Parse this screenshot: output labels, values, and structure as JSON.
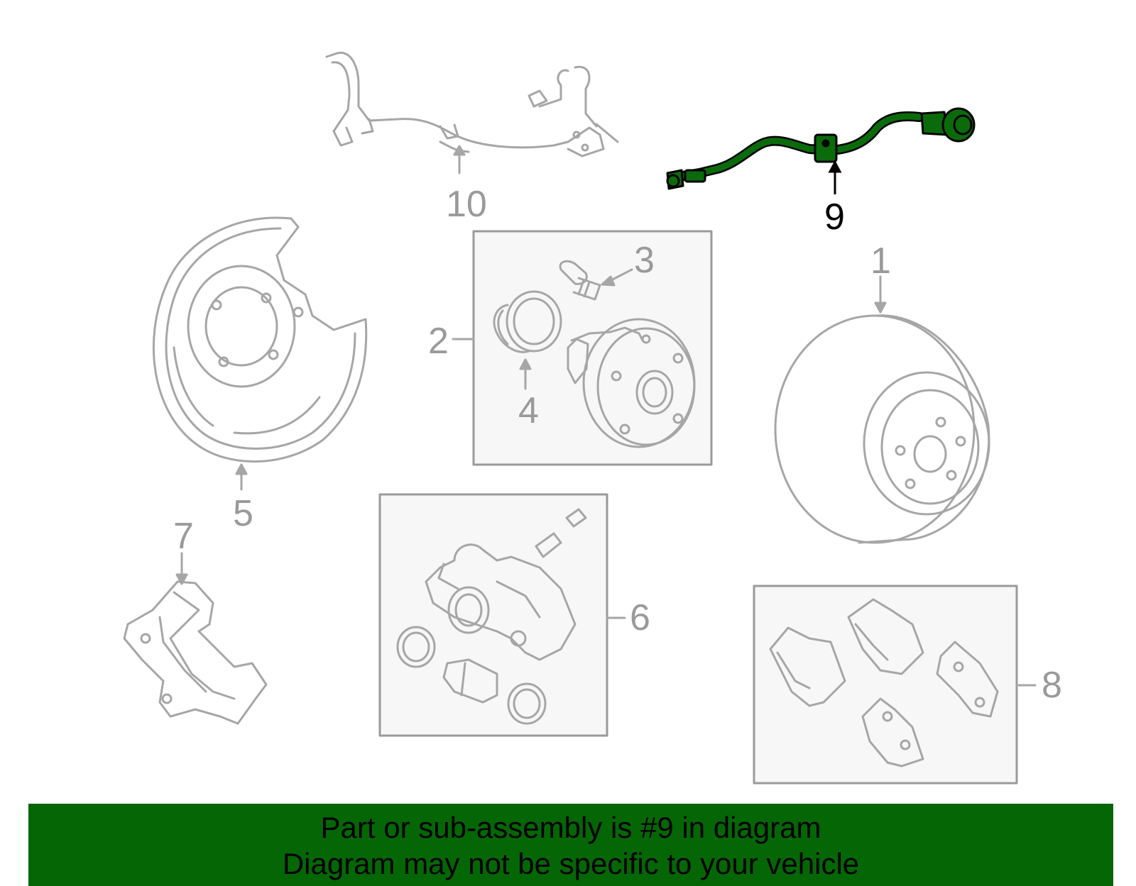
{
  "colors": {
    "background": "#ffffff",
    "part_line": "#a6a6a6",
    "box_fill": "#f7f7f7",
    "highlight_part": "#0b6b0b",
    "banner_bg": "#056605",
    "banner_text": "#000000"
  },
  "callouts": {
    "n1": "1",
    "n2": "2",
    "n3": "3",
    "n4": "4",
    "n5": "5",
    "n6": "6",
    "n7": "7",
    "n8": "8",
    "n9": "9",
    "n10": "10"
  },
  "highlighted_part": "9",
  "banner": {
    "line1": "Part or sub-assembly is #9 in diagram",
    "line2": "Diagram may not be specific to your vehicle"
  }
}
